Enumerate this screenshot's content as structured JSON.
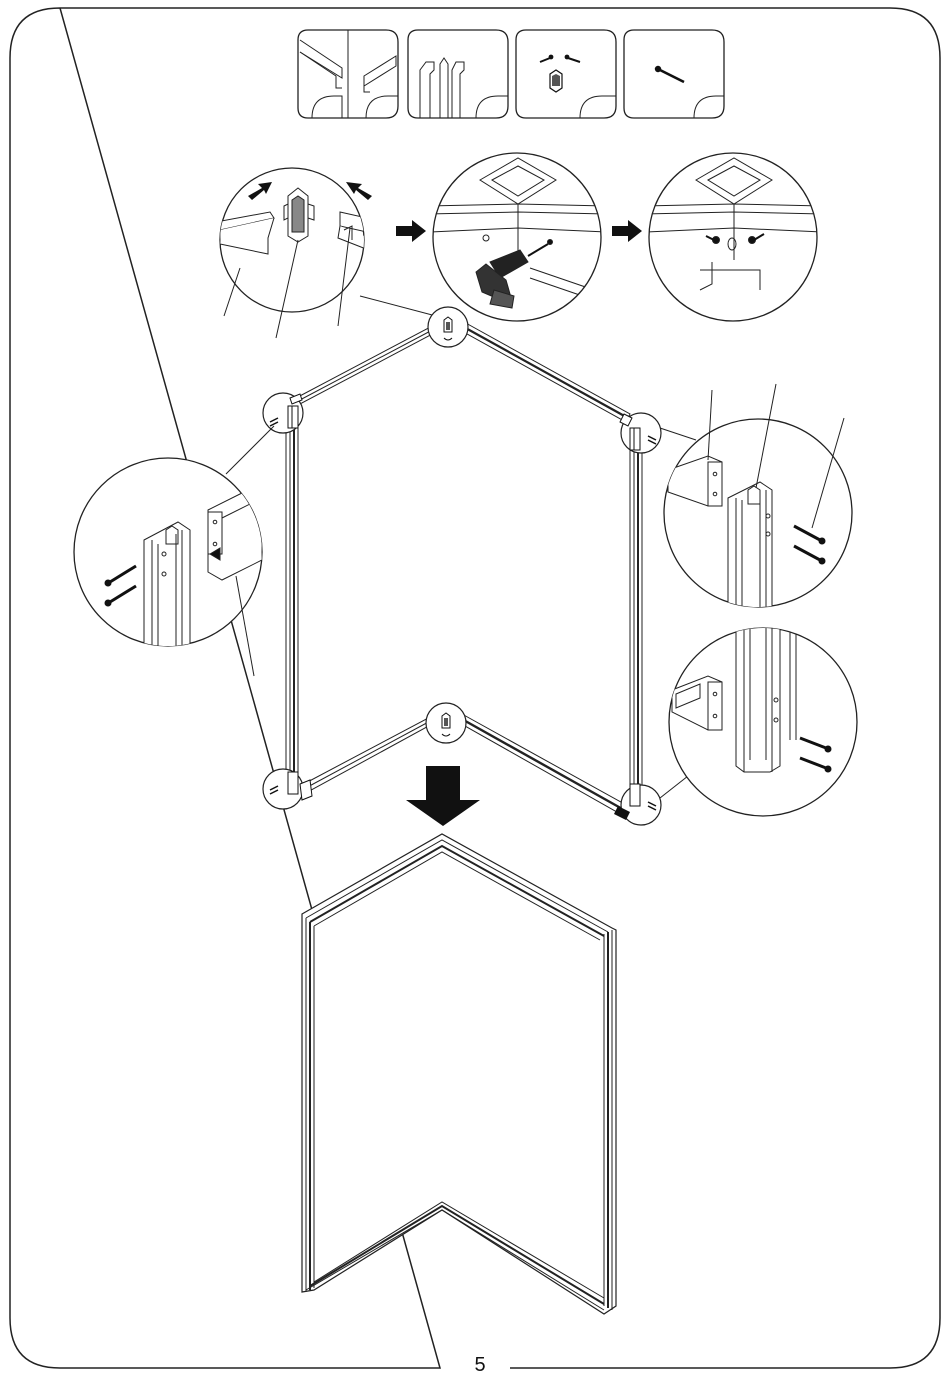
{
  "page": {
    "number": "5"
  },
  "header_icons": [
    {
      "name": "rail-profile-pieces-icon"
    },
    {
      "name": "post-profile-pieces-icon"
    },
    {
      "name": "corner-connector-screws-icon"
    },
    {
      "name": "screw-icon"
    }
  ],
  "steps": {
    "direction_arrow": "right-arrow",
    "result_arrow": "down-arrow"
  }
}
